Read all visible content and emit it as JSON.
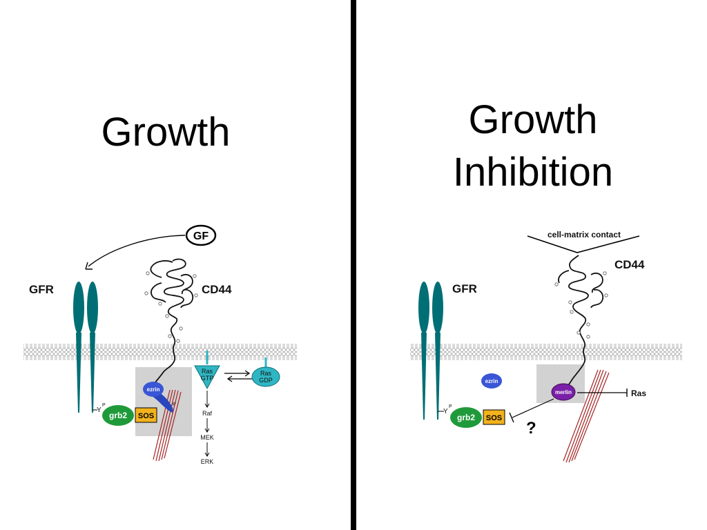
{
  "left_panel": {
    "title": "Growth",
    "labels": {
      "gfr": "GFR",
      "gf": "GF",
      "cd44": "CD44",
      "ezrin": "ezrin",
      "grb2": "grb2",
      "sos": "SOS",
      "ras_gtp_1": "Ras",
      "ras_gtp_2": "GTP",
      "ras_gdp_1": "Ras",
      "ras_gdp_2": "GDP",
      "raf": "Raf",
      "mek": "MEK",
      "erk": "ERK",
      "y": "Y",
      "p": "P",
      "p2": "P"
    }
  },
  "right_panel": {
    "title_line1": "Growth",
    "title_line2": "Inhibition",
    "labels": {
      "gfr": "GFR",
      "cell_matrix": "cell-matrix contact",
      "cd44": "CD44",
      "ezrin": "ezrin",
      "merlin": "merlin",
      "ras": "Ras",
      "grb2": "grb2",
      "sos": "SOS",
      "question": "?",
      "y": "Y",
      "p": "P"
    }
  },
  "colors": {
    "receptor": "#006f75",
    "ezrin": "#3a56d6",
    "merlin": "#7a1fa8",
    "grb2": "#1f9a3a",
    "sos": "#f2b21c",
    "ras": "#2fb6c2",
    "shade": "#d2d2d2",
    "actin": "#a52222"
  }
}
